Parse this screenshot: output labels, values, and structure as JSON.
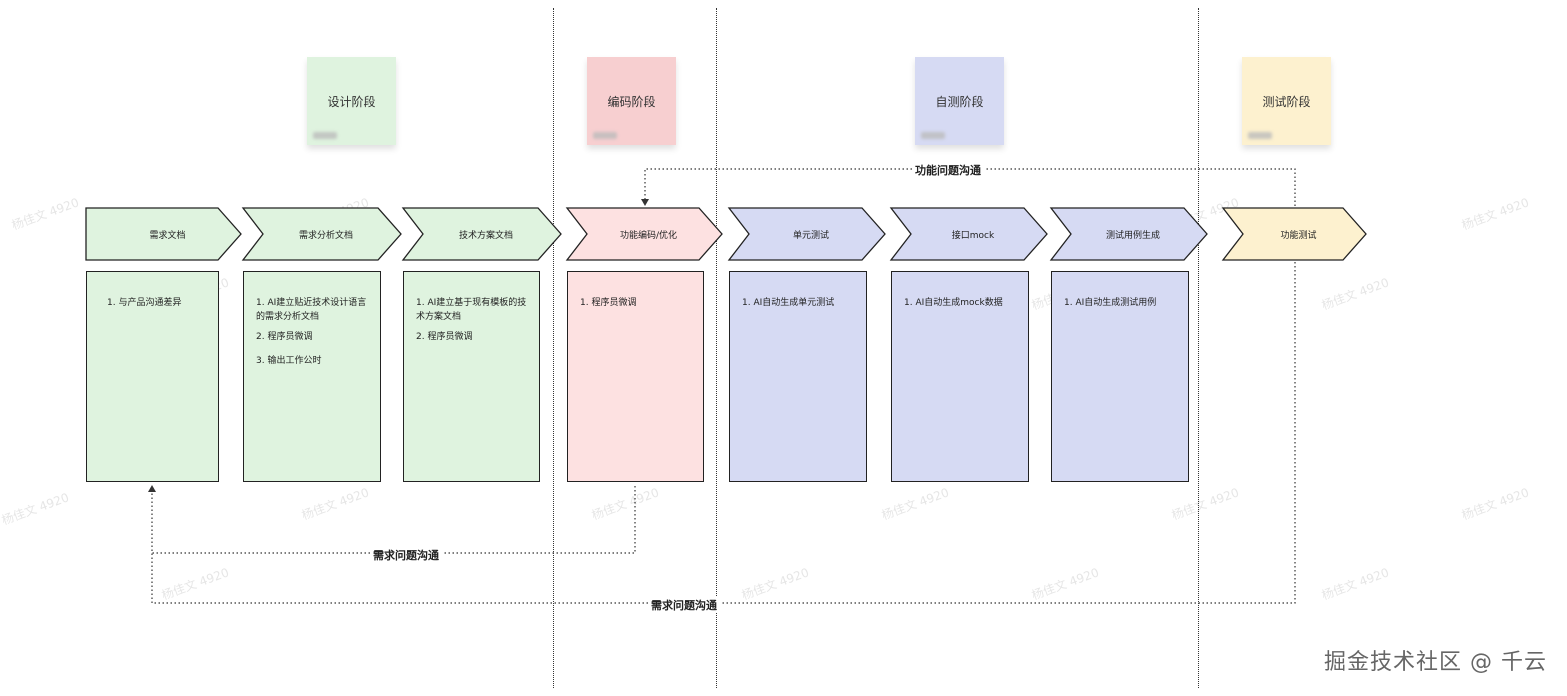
{
  "phases": [
    {
      "label": "设计阶段",
      "color": "#dff3df"
    },
    {
      "label": "编码阶段",
      "color": "#f7cfd0"
    },
    {
      "label": "自测阶段",
      "color": "#d6daf3"
    },
    {
      "label": "测试阶段",
      "color": "#fdf1cf"
    }
  ],
  "steps": [
    {
      "label": "需求文档",
      "items": [
        "1. 与产品沟通差异"
      ]
    },
    {
      "label": "需求分析文档",
      "items": [
        "1. AI建立贴近技术设计语言的需求分析文档",
        "2. 程序员微调",
        "3. 输出工作公时"
      ]
    },
    {
      "label": "技术方案文档",
      "items": [
        "1. AI建立基于现有模板的技术方案文档",
        "2. 程序员微调"
      ]
    },
    {
      "label": "功能编码/优化",
      "items": [
        "1. 程序员微调"
      ]
    },
    {
      "label": "单元测试",
      "items": [
        "1. AI自动生成单元测试"
      ]
    },
    {
      "label": "接口mock",
      "items": [
        "1. AI自动生成mock数据"
      ]
    },
    {
      "label": "测试用例生成",
      "items": [
        "1. AI自动生成测试用例"
      ]
    },
    {
      "label": "功能测试",
      "items": []
    }
  ],
  "connectors": {
    "top": "功能问题沟通",
    "bottom_inner": "需求问题沟通",
    "bottom_outer": "需求问题沟通"
  },
  "watermark": "杨佳文 4920",
  "brand": "掘金技术社区 @ 千云",
  "colors": {
    "green": "#dff3df",
    "pink": "#fde1e1",
    "blue": "#d6daf3",
    "yellow": "#fdf1cf",
    "stroke": "#222222"
  }
}
